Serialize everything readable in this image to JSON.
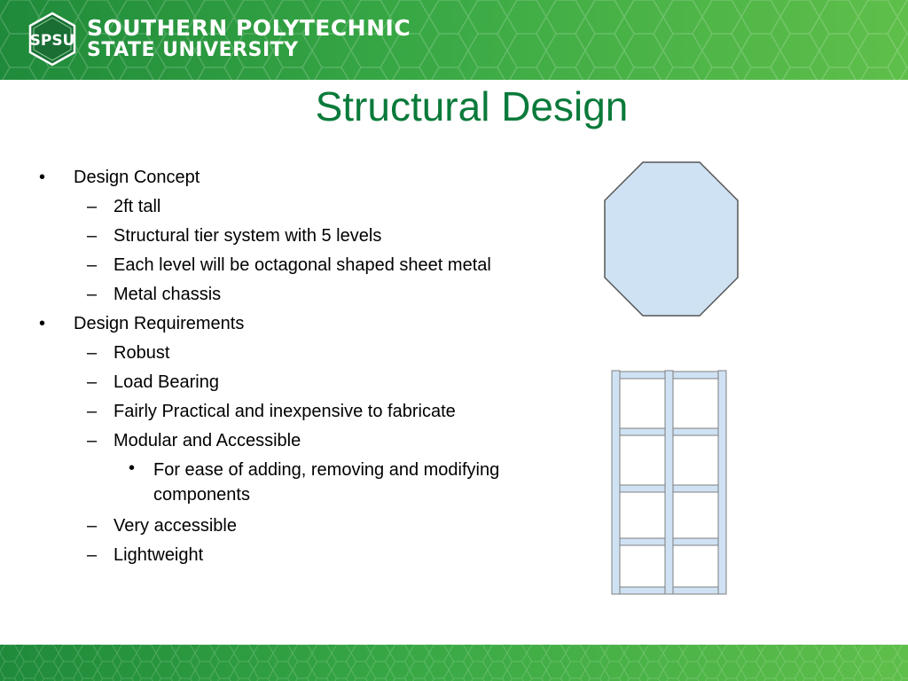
{
  "header": {
    "logo_seal_text": "SPSU",
    "logo_line1": "SOUTHERN POLYTECHNIC",
    "logo_line2": "STATE UNIVERSITY"
  },
  "slide": {
    "title": "Structural Design"
  },
  "bullets": [
    {
      "level": 1,
      "marker": "•",
      "text": "Design Concept"
    },
    {
      "level": 2,
      "marker": "–",
      "text": "2ft tall"
    },
    {
      "level": 2,
      "marker": "–",
      "text": "Structural tier system with 5 levels"
    },
    {
      "level": 2,
      "marker": "–",
      "text": "Each level will be octagonal shaped sheet metal"
    },
    {
      "level": 2,
      "marker": "–",
      "text": "Metal chassis"
    },
    {
      "level": 1,
      "marker": "•",
      "text": "Design Requirements"
    },
    {
      "level": 2,
      "marker": "–",
      "text": "Robust"
    },
    {
      "level": 2,
      "marker": "–",
      "text": "Load Bearing"
    },
    {
      "level": 2,
      "marker": "–",
      "text": "Fairly Practical and inexpensive to fabricate"
    },
    {
      "level": 2,
      "marker": "–",
      "text": "Modular and Accessible"
    },
    {
      "level": 3,
      "marker": "•",
      "text": "For ease of adding, removing and modifying components"
    },
    {
      "level": 2,
      "marker": "–",
      "text": "Very accessible"
    },
    {
      "level": 2,
      "marker": "–",
      "text": "Lightweight"
    }
  ],
  "colors": {
    "brand_green": "#0a7a3a",
    "banner_green": "#38a845",
    "figure_fill": "#cfe2f3",
    "figure_stroke": "#7f7f7f"
  }
}
